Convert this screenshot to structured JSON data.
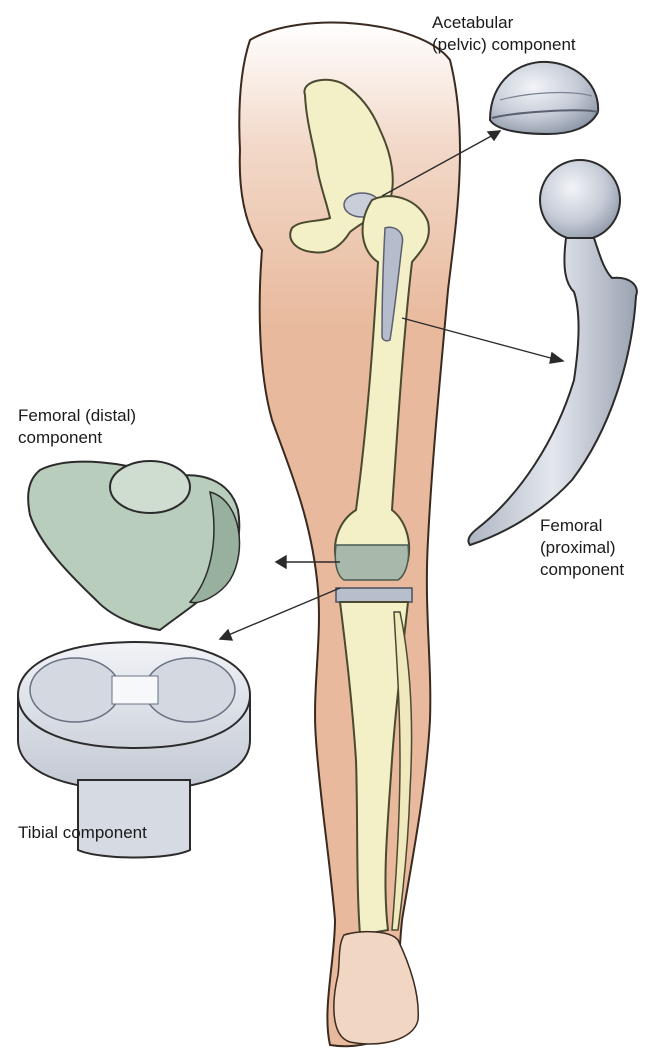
{
  "labels": {
    "acetabular": [
      "Acetabular",
      "(pelvic) component"
    ],
    "femoral_distal": [
      "Femoral (distal)",
      "component"
    ],
    "femoral_proximal": [
      "Femoral",
      "(proximal)",
      "component"
    ],
    "tibial": [
      "Tibial component"
    ]
  },
  "colors": {
    "skin": "#e8b99c",
    "skin_shadow": "#d9a282",
    "bone": "#f3efc6",
    "bone_outline": "#5a5a3a",
    "metal": "#c9ced8",
    "metal_dark": "#8f98a8",
    "metal_light": "#e9ecf2",
    "femoral_distal": "#b9cdbd",
    "femoral_distal_dark": "#7f9a86",
    "outline": "#2b2b2b",
    "text": "#1a1a1a"
  }
}
